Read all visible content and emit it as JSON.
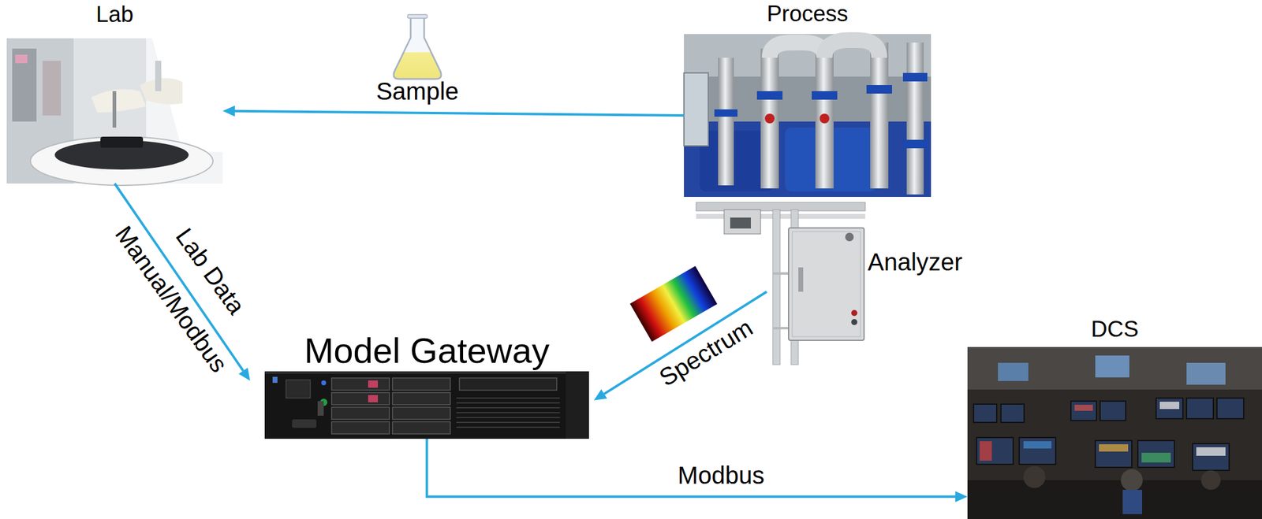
{
  "diagram": {
    "nodes": [
      {
        "text": [
          "Lab"
        ]
      },
      {
        "text": [
          "Process"
        ]
      },
      {
        "text": [
          "Analyzer"
        ]
      },
      {
        "text": [
          "Model Gateway"
        ]
      },
      {
        "text": [
          "DCS"
        ]
      }
    ],
    "edges": [
      {
        "from": 1,
        "to": 0,
        "arrow": "to",
        "label": "Sample"
      },
      {
        "from": 0,
        "to": 3,
        "arrow": "to",
        "label": "Lab Data"
      },
      {
        "from": 2,
        "to": 3,
        "arrow": "to",
        "label": "Spectrum"
      },
      {
        "from": 3,
        "to": 4,
        "arrow": "to",
        "label": "Modbus"
      }
    ],
    "labels": [
      "Manual/Modbus"
    ]
  }
}
